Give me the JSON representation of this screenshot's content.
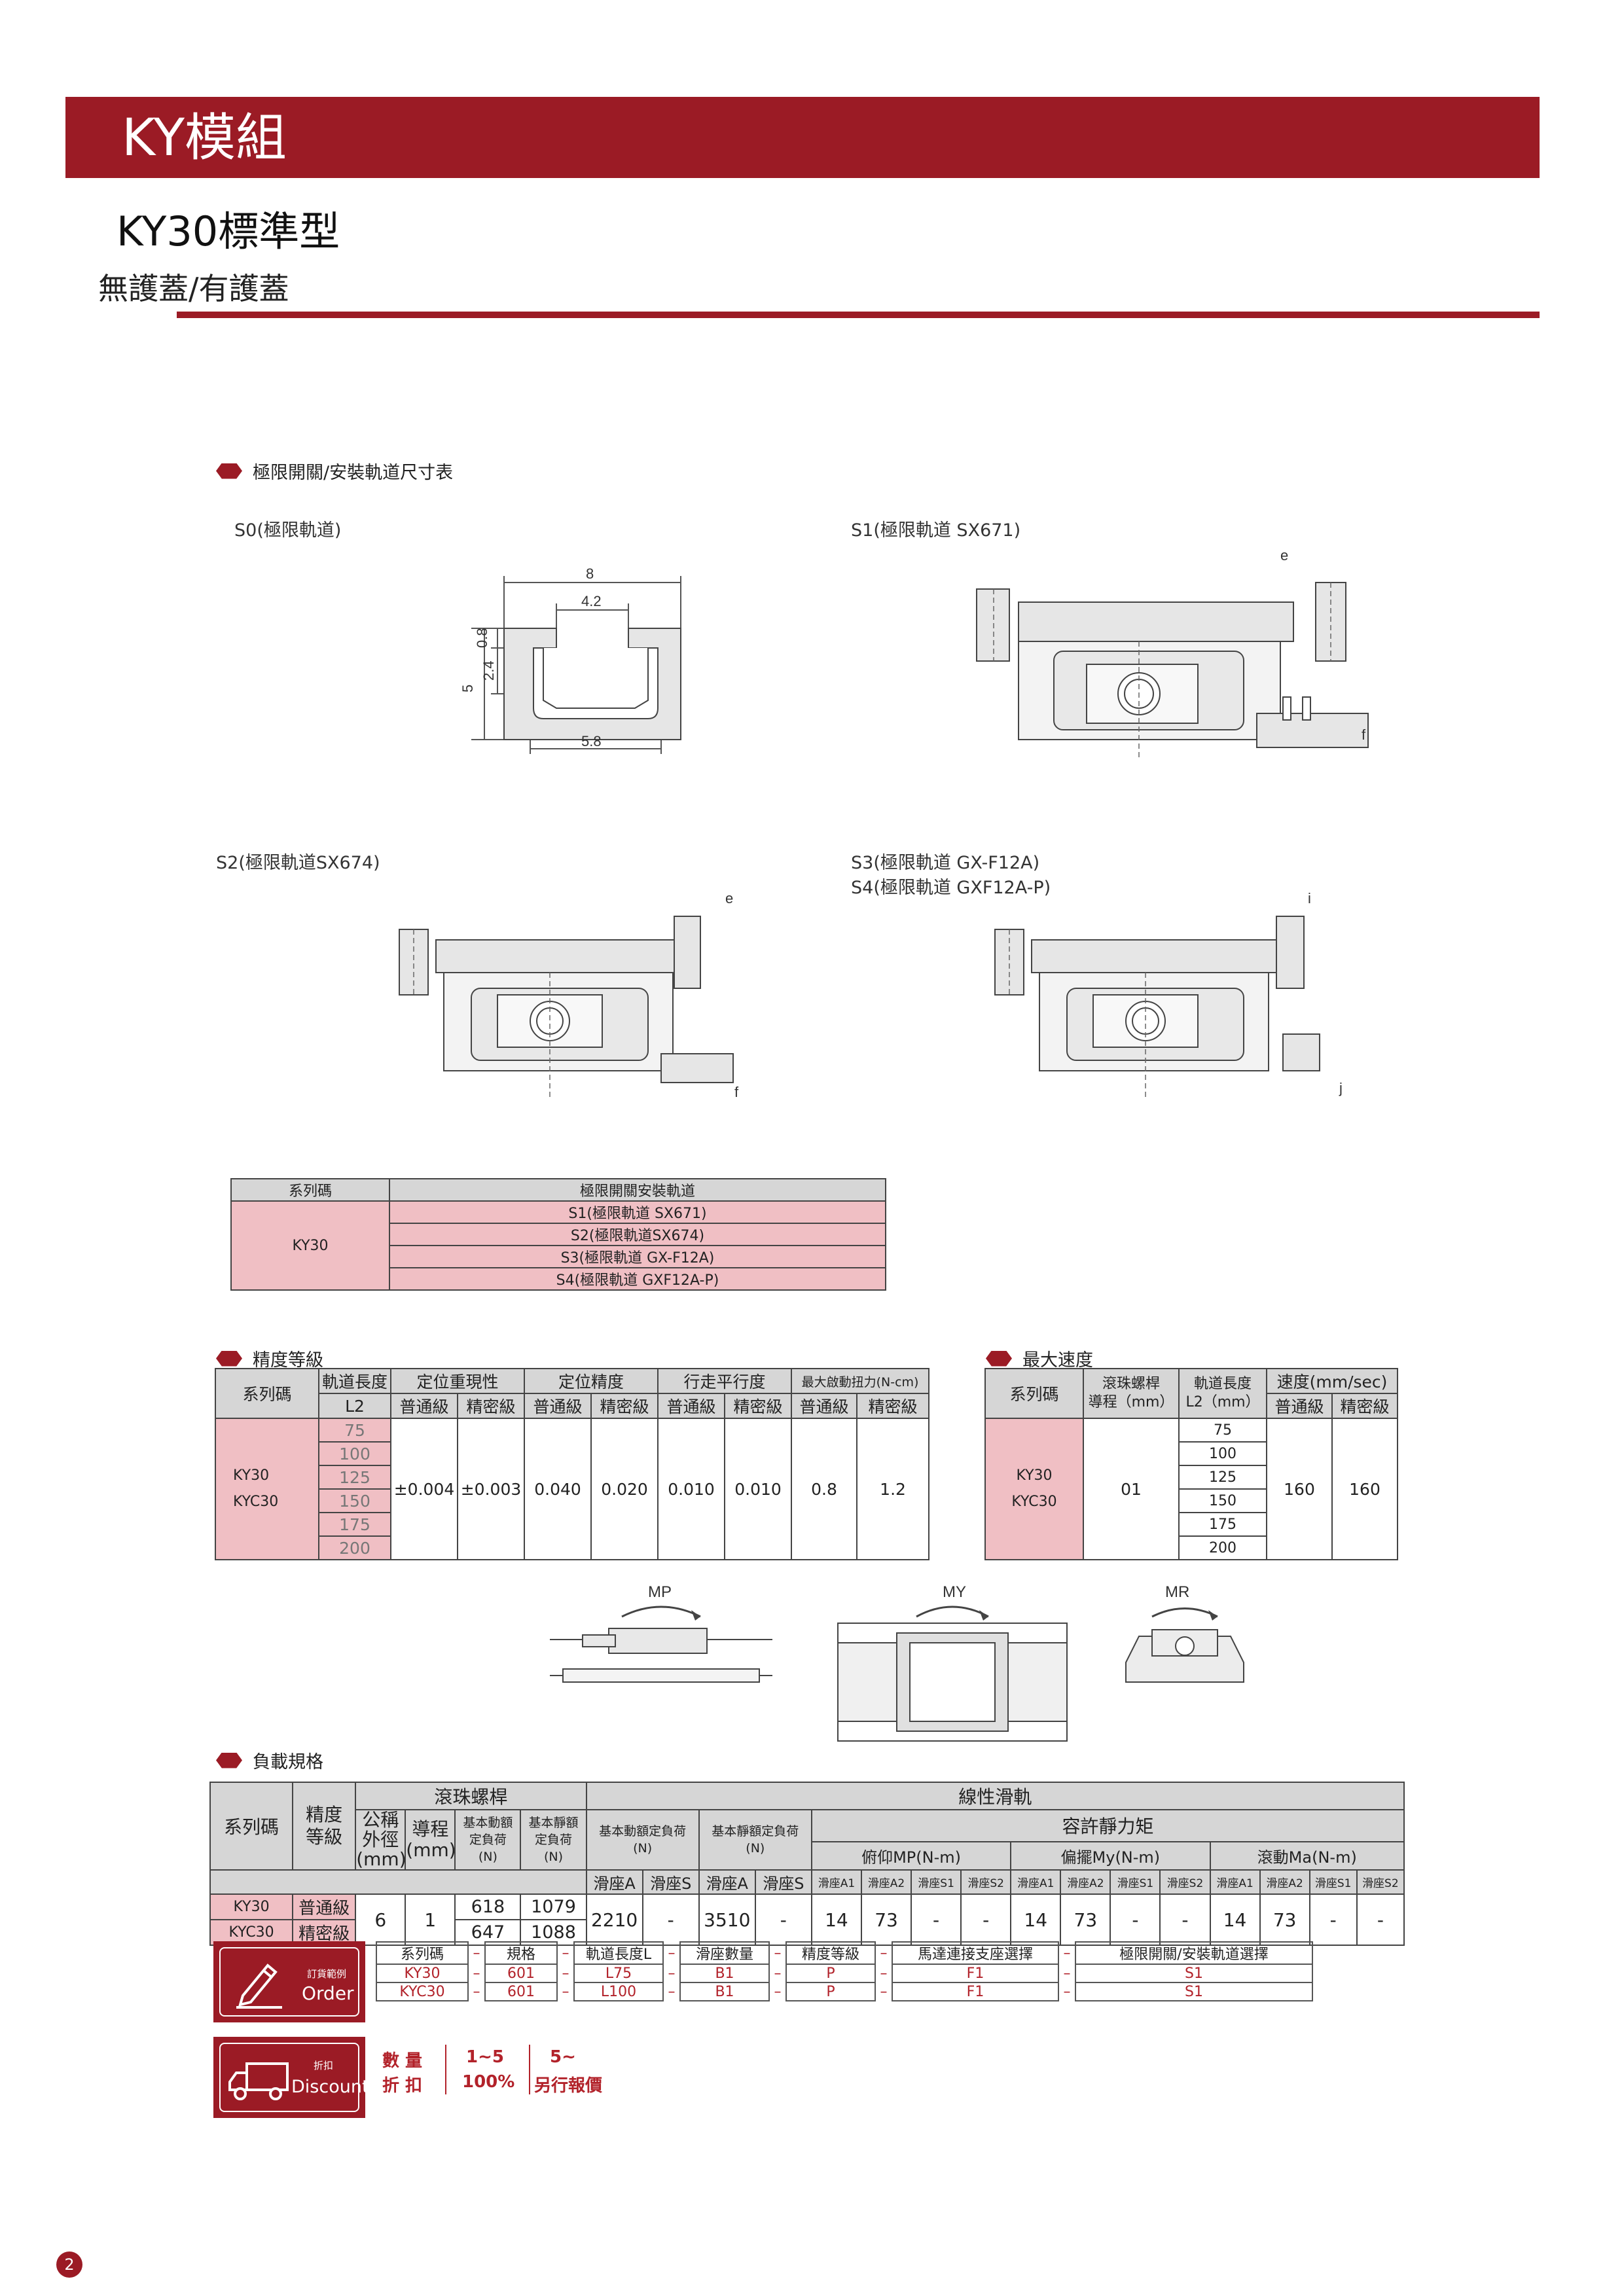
{
  "header": {
    "title": "KY模組",
    "model": "KY30標準型",
    "subtitle": "無護蓋/有護蓋"
  },
  "section_switch": {
    "title": "極限開關/安裝軌道尺寸表",
    "s0": "S0(極限軌道)",
    "s1": "S1(極限軌道 SX671)",
    "s2": "S2(極限軌道SX674)",
    "s3": "S3(極限軌道 GX-F12A)",
    "s4": "S4(極限軌道 GXF12A-P)"
  },
  "dims": {
    "w8": "8",
    "w42": "4.2",
    "w58": "5.8",
    "h08": "0.8",
    "h24": "2.4",
    "h5": "5",
    "e": "e",
    "f": "f",
    "i": "i",
    "j": "j"
  },
  "rail_table": {
    "h_series": "系列碼",
    "h_rail": "極限開關安裝軌道",
    "series": "KY30",
    "rows": [
      "S1(極限軌道 SX671)",
      "S2(極限軌道SX674)",
      "S3(極限軌道 GX-F12A)",
      "S4(極限軌道 GXF12A-P)"
    ]
  },
  "accuracy": {
    "title": "精度等級",
    "h_series": "系列碼",
    "h_len": "軌道長度",
    "h_len2": "L2",
    "h_rep": "定位重現性",
    "h_pos": "定位精度",
    "h_par": "行走平行度",
    "h_torque": "最大啟動扭力(N-cm)",
    "normal": "普通級",
    "precise": "精密級",
    "series": [
      "KY30",
      "KYC30"
    ],
    "lengths": [
      "75",
      "100",
      "125",
      "150",
      "175",
      "200"
    ],
    "values": [
      "±0.004",
      "±0.003",
      "0.040",
      "0.020",
      "0.010",
      "0.010",
      "0.8",
      "1.2"
    ]
  },
  "speed": {
    "title": "最大速度",
    "h_series": "系列碼",
    "h_lead1": "滾珠螺桿",
    "h_lead2": "導程（mm）",
    "h_len1": "軌道長度",
    "h_len2": "L2（mm）",
    "h_speed": "速度(mm/sec)",
    "normal": "普通級",
    "precise": "精密級",
    "series": [
      "KY30",
      "KYC30"
    ],
    "lead": "01",
    "lengths": [
      "75",
      "100",
      "125",
      "150",
      "175",
      "200"
    ],
    "v_normal": "160",
    "v_precise": "160"
  },
  "moments": {
    "mp": "MP",
    "my": "MY",
    "mr": "MR"
  },
  "load": {
    "title": "負載規格",
    "h_series": "系列碼",
    "h_grade1": "精度",
    "h_grade2": "等級",
    "h_screw": "滾珠螺桿",
    "h_od1": "公稱",
    "h_od2": "外徑",
    "h_od3": "(mm)",
    "h_lead1": "導程",
    "h_lead2": "(mm)",
    "h_dyn1": "基本動額",
    "h_dyn2": "定負荷",
    "h_dyn3": "(N)",
    "h_stat1": "基本靜額",
    "h_stat2": "定負荷",
    "h_stat3": "(N)",
    "h_rail": "線性滑軌",
    "h_dyn_rail1": "基本動額定負荷",
    "h_dyn_rail2": "(N)",
    "h_stat_rail1": "基本靜額定負荷",
    "h_stat_rail2": "(N)",
    "h_moment": "容許靜力矩",
    "h_mp": "俯仰MP(N-m)",
    "h_my": "偏擺My(N-m)",
    "h_ma": "滾動Ma(N-m)",
    "blockA": "滑座A",
    "blockS": "滑座S",
    "mA1": "滑座A1",
    "mA2": "滑座A2",
    "mS1": "滑座S1",
    "mS2": "滑座S2",
    "series": [
      "KY30",
      "KYC30"
    ],
    "grades": [
      "普通級",
      "精密級"
    ],
    "od": "6",
    "lead": "1",
    "dyn": [
      "618",
      "647"
    ],
    "stat": [
      "1079",
      "1088"
    ],
    "rail_dynA": "2210",
    "rail_dynS": "-",
    "rail_statA": "3510",
    "rail_statS": "-",
    "mp": [
      "14",
      "73",
      "-",
      "-"
    ],
    "my": [
      "14",
      "73",
      "-",
      "-"
    ],
    "ma": [
      "14",
      "73",
      "-",
      "-"
    ]
  },
  "order": {
    "small": "訂貨範例",
    "word": "Order",
    "headers": [
      "系列碼",
      "規格",
      "軌道長度L",
      "滑座數量",
      "精度等級",
      "馬達連接支座選擇",
      "極限開關/安裝軌道選擇"
    ],
    "row1": [
      "KY30",
      "601",
      "L75",
      "B1",
      "P",
      "F1",
      "S1"
    ],
    "row2": [
      "KYC30",
      "601",
      "L100",
      "B1",
      "P",
      "F1",
      "S1"
    ],
    "dash": "–"
  },
  "discount": {
    "small": "折扣",
    "word": "Discount",
    "qty_label": "數 量",
    "disc_label": "折 扣",
    "q1": "1~5",
    "d1": "100%",
    "q2": "5~",
    "d2": "另行報價"
  },
  "page": {
    "number": "2"
  },
  "colors": {
    "brand": "#9b1b25",
    "pink": "#f0bfc4",
    "header_gray": "#d6d6d6"
  }
}
